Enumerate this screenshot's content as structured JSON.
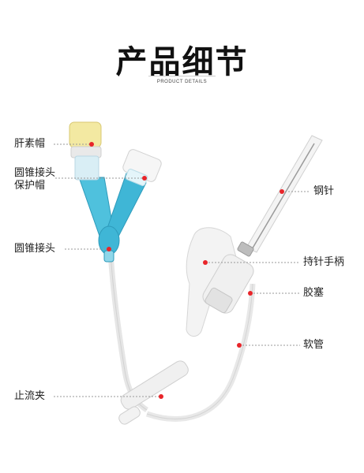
{
  "header": {
    "title": "产品细节",
    "subtitle": "PRODUCT DETAILS"
  },
  "labels": {
    "heparin_cap": "肝素帽",
    "luer_cap_line1": "圆锥接头",
    "luer_cap_line2": "保护帽",
    "luer_connector": "圆锥接头",
    "needle": "钢针",
    "needle_handle": "持针手柄",
    "rubber_plug": "胶塞",
    "soft_tube": "软管",
    "clamp": "止流夹"
  },
  "colors": {
    "marker": "#e8252a",
    "accent_blue": "#3fb6d6",
    "cap_yellow": "#f3e9a2"
  }
}
